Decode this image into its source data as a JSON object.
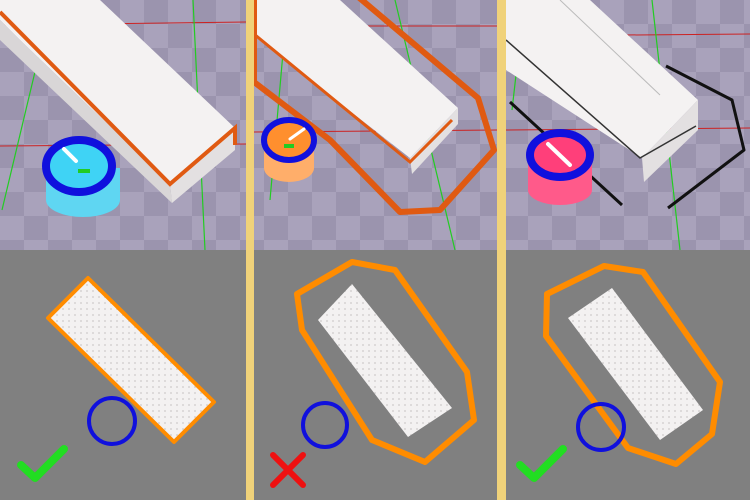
{
  "panels": [
    {
      "id": "left",
      "scene": {
        "cylinder_color": "#5fd6f2",
        "cylinder_top_color": "#3fd3f5",
        "footprint_outline_color": "#e05a12",
        "footprint_outline_style": "tight-rectangle"
      },
      "topdown": {
        "outline_color": "#ff8c00",
        "outline_style": "tight-rectangle",
        "result": "success",
        "result_icon": "check-icon",
        "result_color": "#22dd22"
      }
    },
    {
      "id": "middle",
      "scene": {
        "cylinder_color": "#ff9a3c",
        "cylinder_top_color": "#ff8f2e",
        "footprint_outline_color": "#e05a12",
        "footprint_outline_style": "loose-polygon"
      },
      "topdown": {
        "outline_color": "#ff8c00",
        "outline_style": "loose-polygon",
        "result": "failure",
        "result_icon": "cross-icon",
        "result_color": "#ee1111"
      }
    },
    {
      "id": "right",
      "scene": {
        "cylinder_color": "#ff5a8a",
        "cylinder_top_color": "#ff3f7a",
        "footprint_outline_color": "#111111",
        "footprint_outline_style": "loose-polygon"
      },
      "topdown": {
        "outline_color": "#ff8c00",
        "outline_style": "loose-polygon",
        "result": "success",
        "result_icon": "check-icon",
        "result_color": "#22dd22"
      }
    }
  ],
  "colors": {
    "divider": "#f0d27a",
    "floor": "#a9a2bb",
    "floor_tile": "#9a93ad",
    "topdown_bg": "#808080",
    "circle": "#1010dd",
    "box": "#f4f2f2"
  }
}
